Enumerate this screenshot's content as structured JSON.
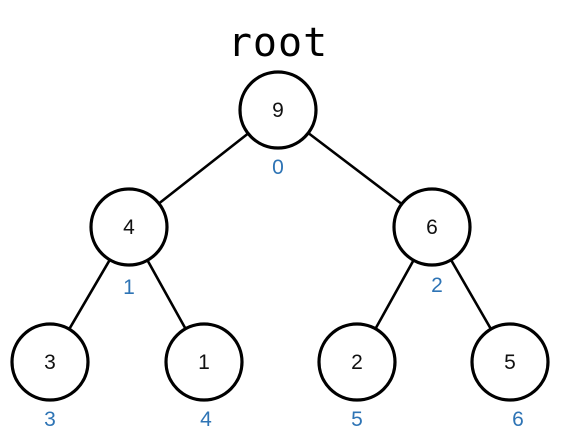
{
  "diagram": {
    "root_label": "root",
    "index_color": "#2e74b5",
    "nodes": [
      {
        "id": "n0",
        "value": "9",
        "index": "0"
      },
      {
        "id": "n1",
        "value": "4",
        "index": "1"
      },
      {
        "id": "n2",
        "value": "6",
        "index": "2"
      },
      {
        "id": "n3",
        "value": "3",
        "index": "3"
      },
      {
        "id": "n4",
        "value": "1",
        "index": "4"
      },
      {
        "id": "n5",
        "value": "2",
        "index": "5"
      },
      {
        "id": "n6",
        "value": "5",
        "index": "6"
      }
    ],
    "edges": [
      {
        "from": "n0",
        "to": "n1"
      },
      {
        "from": "n0",
        "to": "n2"
      },
      {
        "from": "n1",
        "to": "n3"
      },
      {
        "from": "n1",
        "to": "n4"
      },
      {
        "from": "n2",
        "to": "n5"
      },
      {
        "from": "n2",
        "to": "n6"
      }
    ]
  }
}
